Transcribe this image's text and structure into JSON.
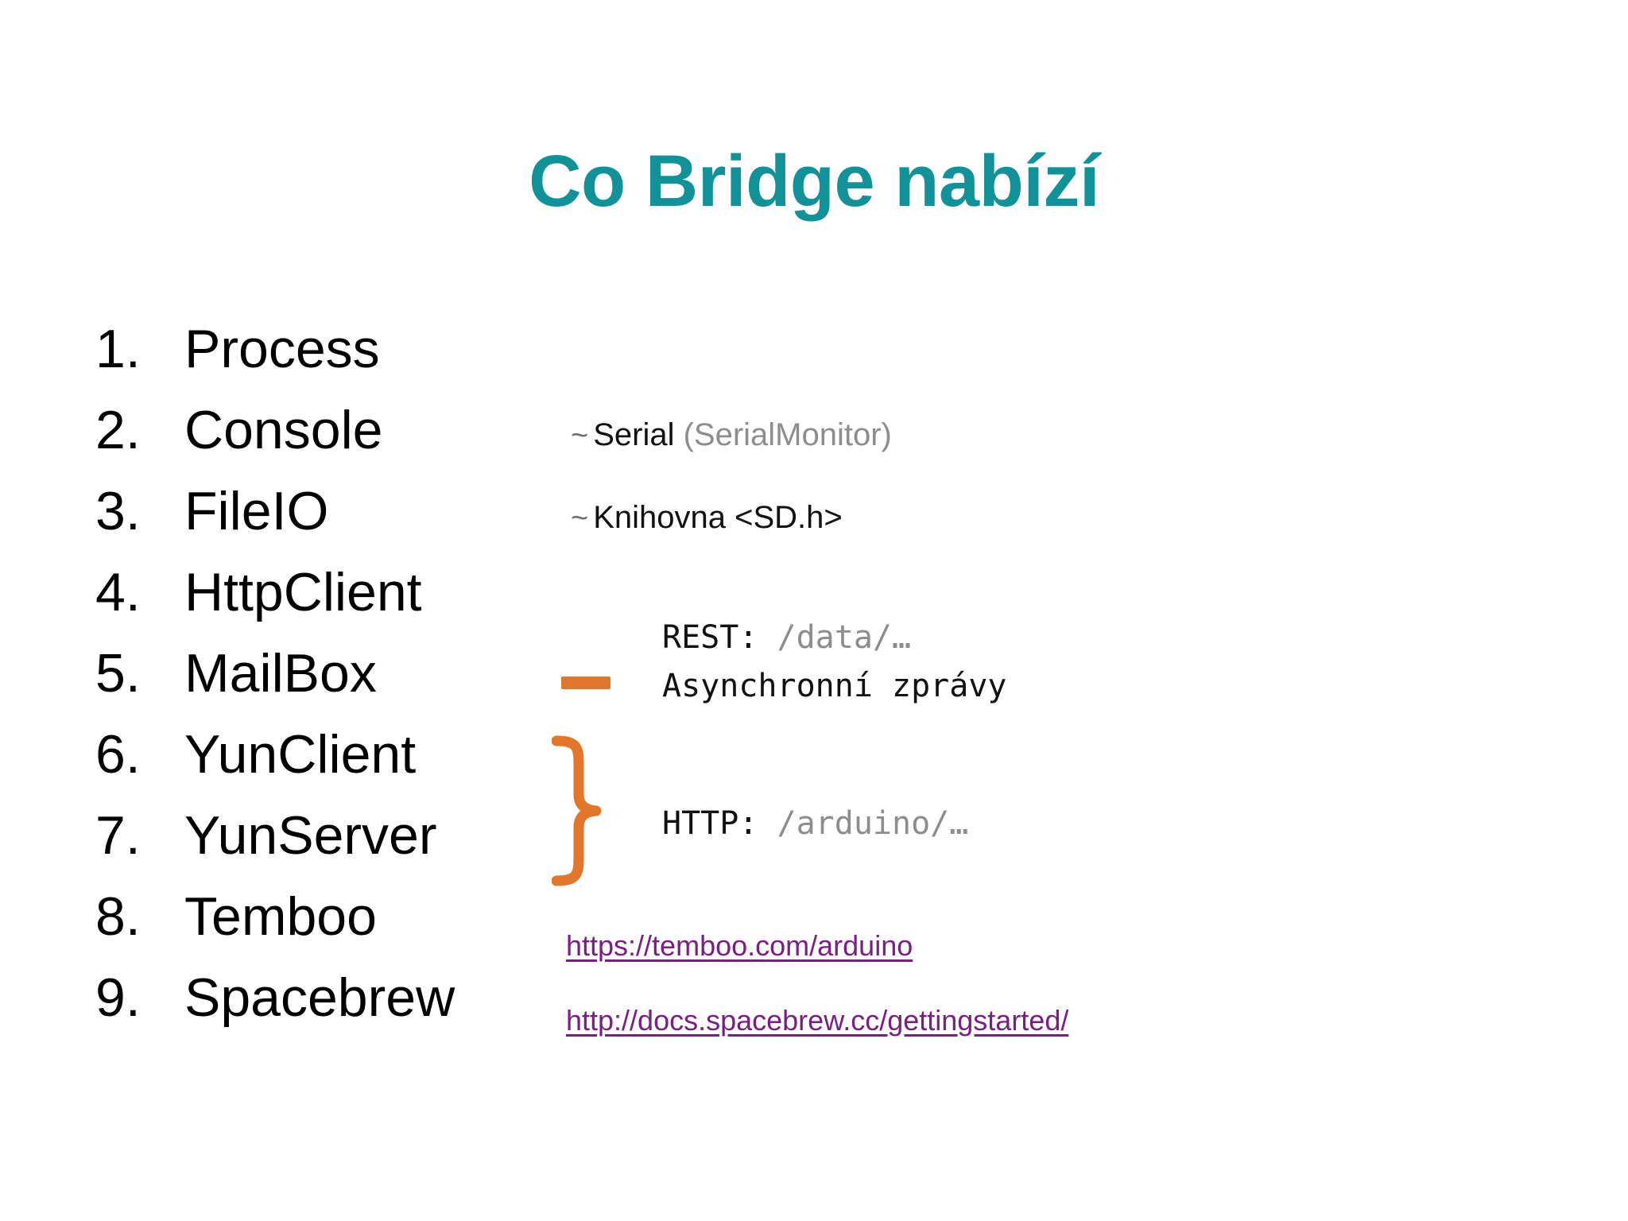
{
  "slide": {
    "title": "Co Bridge nabízí",
    "title_color": "#119298",
    "background_color": "#ffffff"
  },
  "list": {
    "items": [
      {
        "number": "1.",
        "label": "Process"
      },
      {
        "number": "2.",
        "label": "Console"
      },
      {
        "number": "3.",
        "label": "FileIO"
      },
      {
        "number": "4.",
        "label": "HttpClient"
      },
      {
        "number": "5.",
        "label": "MailBox"
      },
      {
        "number": "6.",
        "label": "YunClient"
      },
      {
        "number": "7.",
        "label": "YunServer"
      },
      {
        "number": "8.",
        "label": "Temboo"
      },
      {
        "number": "9.",
        "label": "Spacebrew"
      }
    ]
  },
  "annotations": {
    "serial": {
      "tilde": "~",
      "strong": "Serial",
      "muted": "(SerialMonitor)"
    },
    "knihovna": {
      "tilde": "~",
      "strong": "Knihovna <SD.h>"
    },
    "rest": {
      "key": "REST:",
      "value": "/data/…"
    },
    "async": {
      "text": "Asynchronní zprávy"
    },
    "http": {
      "key": "HTTP:",
      "value": "/arduino/…"
    }
  },
  "marks": {
    "dash_color": "#E2772C",
    "brace_color": "#E2772C",
    "dash_name": "orange-dash",
    "brace_name": "orange-curly-brace"
  },
  "links": {
    "temboo": "https://temboo.com/arduino",
    "spacebrew": "http://docs.spacebrew.cc/gettingstarted/",
    "color": "#7B1E84"
  }
}
